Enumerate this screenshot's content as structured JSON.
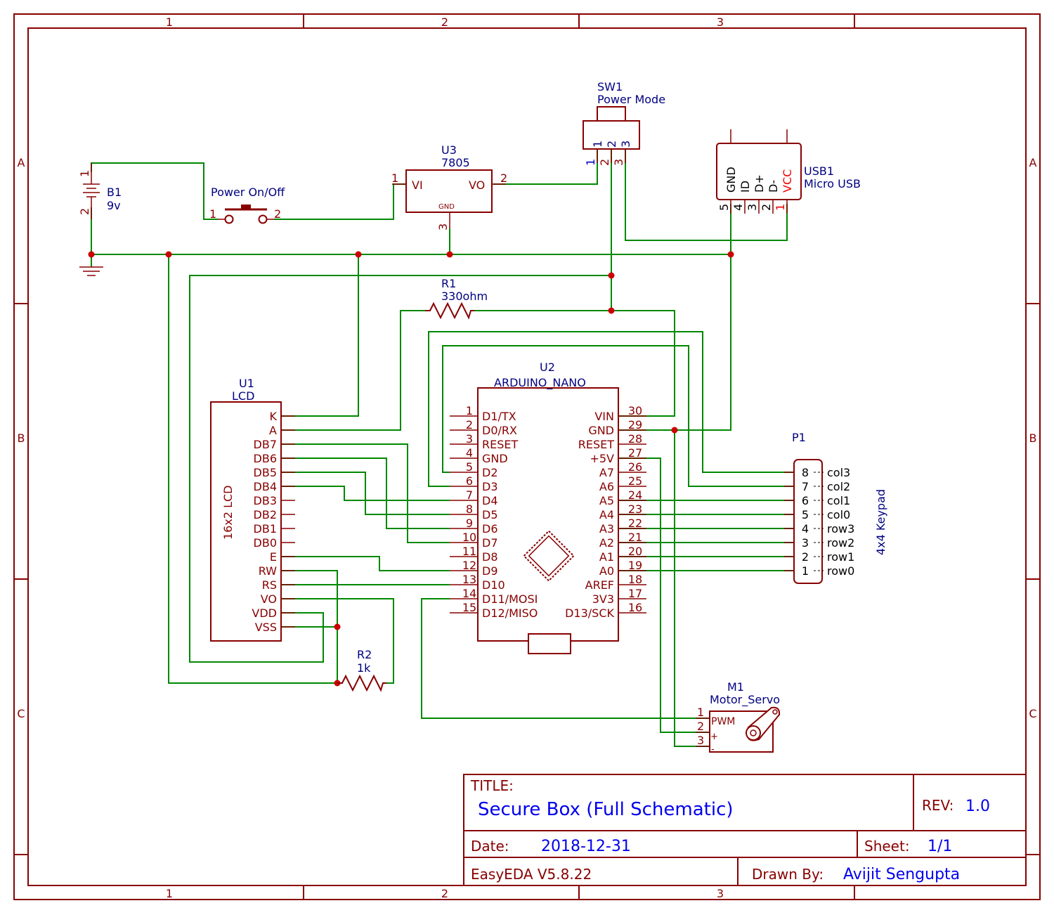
{
  "border": {
    "columns": [
      "1",
      "2",
      "3"
    ],
    "rows": [
      "A",
      "B",
      "C"
    ]
  },
  "components": {
    "b1": {
      "ref": "B1",
      "value": "9v",
      "pins": [
        "1",
        "2"
      ]
    },
    "power_switch": {
      "label": "Power On/Off",
      "pins": [
        "1",
        "2"
      ]
    },
    "u3": {
      "ref": "U3",
      "value": "7805",
      "pin_names": [
        "VI",
        "VO",
        "GND"
      ],
      "pins": [
        "1",
        "2",
        "3"
      ]
    },
    "sw1": {
      "ref": "SW1",
      "value": "Power Mode",
      "pins": [
        "1",
        "2",
        "3"
      ]
    },
    "usb1": {
      "ref": "USB1",
      "value": "Micro USB",
      "pin_names": [
        "GND",
        "ID",
        "D+",
        "D-",
        "VCC"
      ],
      "pins": [
        "5",
        "4",
        "3",
        "2",
        "1"
      ]
    },
    "r1": {
      "ref": "R1",
      "value": "330ohm"
    },
    "r2": {
      "ref": "R2",
      "value": "1k"
    },
    "u1": {
      "ref": "U1",
      "value": "LCD",
      "body_label": "16x2 LCD",
      "pins": [
        "K",
        "A",
        "DB7",
        "DB6",
        "DB5",
        "DB4",
        "DB3",
        "DB2",
        "DB1",
        "DB0",
        "E",
        "RW",
        "RS",
        "VO",
        "VDD",
        "VSS"
      ]
    },
    "u2": {
      "ref": "U2",
      "value": "ARDUINO_NANO",
      "left": [
        {
          "n": "1",
          "name": "D1/TX"
        },
        {
          "n": "2",
          "name": "D0/RX"
        },
        {
          "n": "3",
          "name": "RESET"
        },
        {
          "n": "4",
          "name": "GND"
        },
        {
          "n": "5",
          "name": "D2"
        },
        {
          "n": "6",
          "name": "D3"
        },
        {
          "n": "7",
          "name": "D4"
        },
        {
          "n": "8",
          "name": "D5"
        },
        {
          "n": "9",
          "name": "D6"
        },
        {
          "n": "10",
          "name": "D7"
        },
        {
          "n": "11",
          "name": "D8"
        },
        {
          "n": "12",
          "name": "D9"
        },
        {
          "n": "13",
          "name": "D10"
        },
        {
          "n": "14",
          "name": "D11/MOSI"
        },
        {
          "n": "15",
          "name": "D12/MISO"
        }
      ],
      "right": [
        {
          "n": "30",
          "name": "VIN"
        },
        {
          "n": "29",
          "name": "GND"
        },
        {
          "n": "28",
          "name": "RESET"
        },
        {
          "n": "27",
          "name": "+5V"
        },
        {
          "n": "26",
          "name": "A7"
        },
        {
          "n": "25",
          "name": "A6"
        },
        {
          "n": "24",
          "name": "A5"
        },
        {
          "n": "23",
          "name": "A4"
        },
        {
          "n": "22",
          "name": "A3"
        },
        {
          "n": "21",
          "name": "A2"
        },
        {
          "n": "20",
          "name": "A1"
        },
        {
          "n": "19",
          "name": "A0"
        },
        {
          "n": "18",
          "name": "AREF"
        },
        {
          "n": "17",
          "name": "3V3"
        },
        {
          "n": "16",
          "name": "D13/SCK"
        }
      ]
    },
    "p1": {
      "ref": "P1",
      "value": "4x4 Keypad",
      "pins": [
        {
          "n": "8",
          "name": "col3"
        },
        {
          "n": "7",
          "name": "col2"
        },
        {
          "n": "6",
          "name": "col1"
        },
        {
          "n": "5",
          "name": "col0"
        },
        {
          "n": "4",
          "name": "row3"
        },
        {
          "n": "3",
          "name": "row2"
        },
        {
          "n": "2",
          "name": "row1"
        },
        {
          "n": "1",
          "name": "row0"
        }
      ]
    },
    "m1": {
      "ref": "M1",
      "value": "Motor_Servo",
      "pins": [
        {
          "n": "1",
          "name": "PWM"
        },
        {
          "n": "2",
          "name": "+"
        },
        {
          "n": "3",
          "name": "-"
        }
      ]
    }
  },
  "title_block": {
    "title_label": "TITLE:",
    "title": "Secure Box (Full Schematic)",
    "rev_label": "REV:",
    "rev": "1.0",
    "date_label": "Date:",
    "date": "2018-12-31",
    "sheet_label": "Sheet:",
    "sheet": "1/1",
    "software": "EasyEDA V5.8.22",
    "drawn_by_label": "Drawn By:",
    "drawn_by": "Avijit Sengupta"
  }
}
